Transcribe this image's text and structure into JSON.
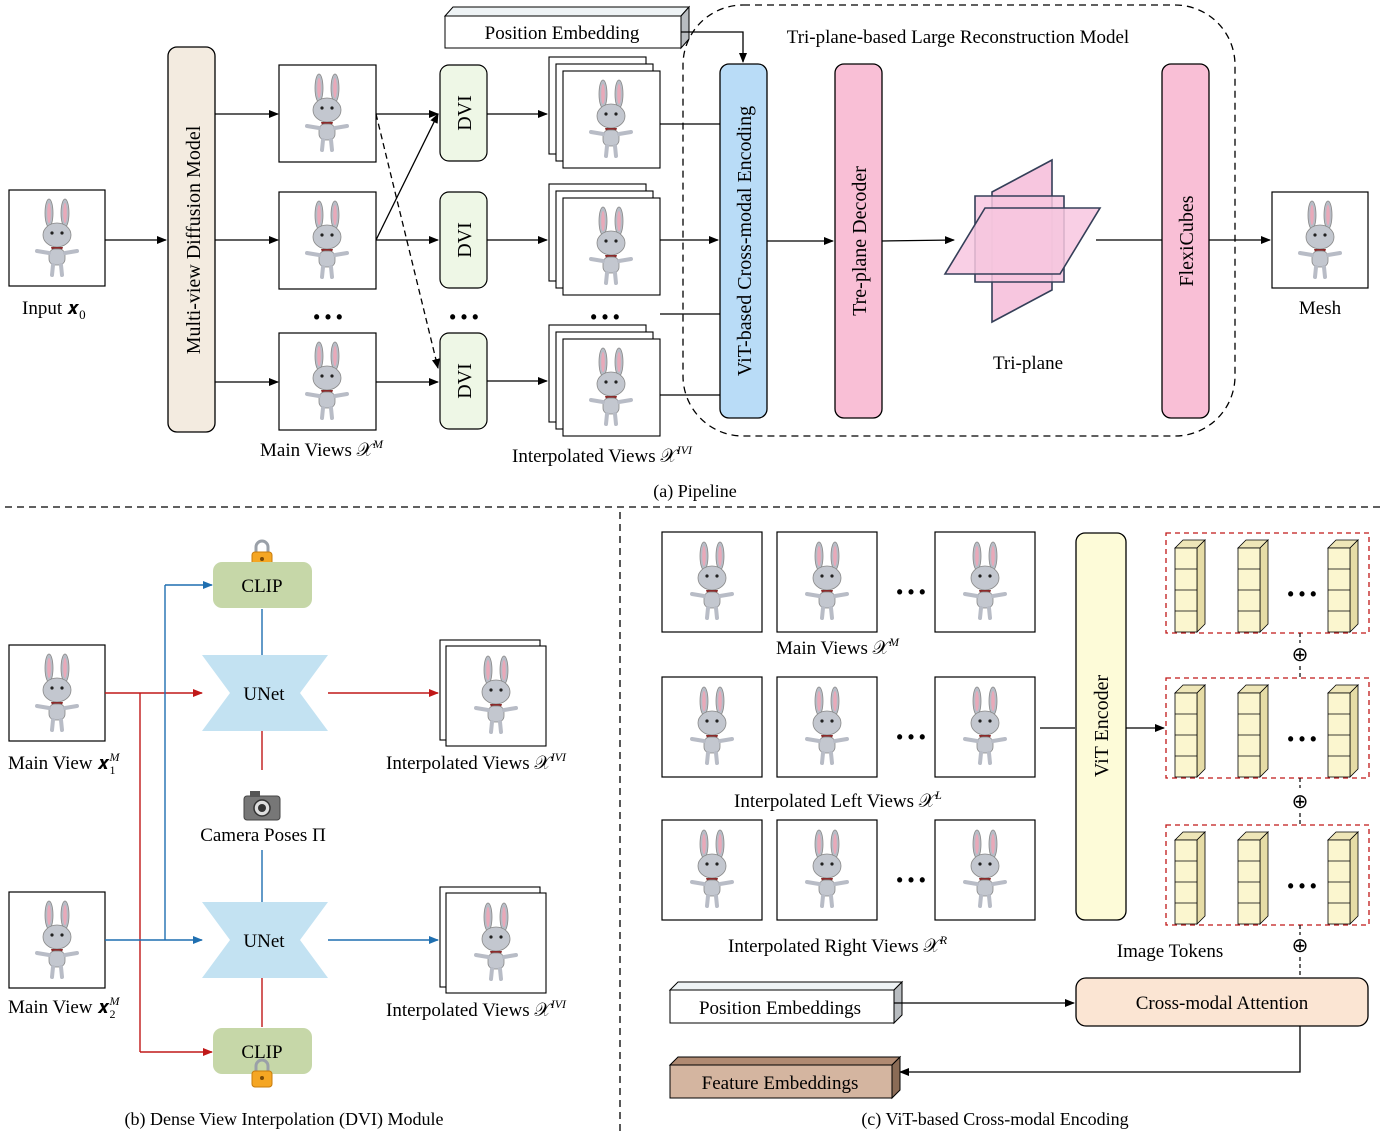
{
  "pipeline": {
    "caption": "(a) Pipeline",
    "input_label": "Input 𝒙",
    "input_sub": "0",
    "mvdm_label": "Multi-view Diffusion Model",
    "main_views_label": "Main Views 𝒳",
    "main_views_sup": "M",
    "dvi_label": "DVI",
    "ellipsis": "• • •",
    "position_embedding": "Position Embedding",
    "interp_views_label": "Interpolated Views 𝒳",
    "interp_views_sup": "IVI",
    "lrm_title": "Tri-plane-based Large Reconstruction Model",
    "vit_encoding": "ViT-based Cross-modal Encoding",
    "triplane_decoder": "Tre-plane Decoder",
    "triplane": "Tri-plane",
    "flexicubes": "FlexiCubes",
    "mesh": "Mesh"
  },
  "dvi_module": {
    "caption": "(b) Dense View Interpolation (DVI) Module",
    "clip": "CLIP",
    "unet": "UNet",
    "main_view_1": "Main View 𝒙",
    "main_view_1_sup": "M",
    "main_view_1_sub": "1",
    "main_view_2": "Main View 𝒙",
    "main_view_2_sup": "M",
    "main_view_2_sub": "2",
    "camera_poses": "Camera Poses Π",
    "interp_views": "Interpolated Views 𝒳",
    "interp_views_sup": "IVI"
  },
  "vit_module": {
    "caption": "(c) ViT-based Cross-modal Encoding",
    "main_views": "Main Views 𝒳",
    "main_views_sup": "M",
    "left_views": "Interpolated Left Views 𝒳",
    "left_views_sup": "L",
    "right_views": "Interpolated Right Views 𝒳",
    "right_views_sup": "R",
    "vit_encoder": "ViT  Encoder",
    "image_tokens": "Image Tokens",
    "position_embeddings": "Position Embeddings",
    "cross_modal_attention": "Cross-modal Attention",
    "feature_embeddings": "Feature Embeddings",
    "oplus": "⊕",
    "ellipsis": "• • •"
  },
  "colors": {
    "mvdm": "#f3ebe0",
    "dvi": "#eef7e6",
    "vit": "#b9dcf7",
    "decoder": "#f9bfd6",
    "triplane": "#f7c3de",
    "clip": "#c6d7a8",
    "unet": "#c3e2f2",
    "red_arrow": "#c01818",
    "blue_arrow": "#1f6fb0",
    "vit_encoder": "#fdfbd8",
    "cross_attention": "#fbe5d3",
    "feature_emb": "#d4b5a0",
    "token": "#fbf6cf"
  }
}
